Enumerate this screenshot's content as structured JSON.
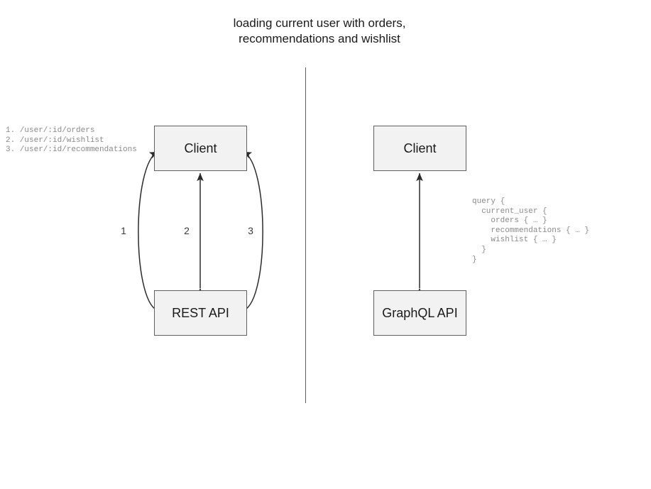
{
  "diagram": {
    "title": "loading current user with orders,\nrecommendations and wishlist",
    "divider": {
      "name": "vertical-divider",
      "color": "#5e5e5e"
    },
    "colors": {
      "background": "#ffffff",
      "node_fill": "#f2f2f2",
      "node_border": "#606060",
      "arrow": "#2b2b2b",
      "code_text": "#8a8a8a",
      "label_text": "#3a3a3a"
    },
    "left_panel": {
      "nodes": {
        "client": "Client",
        "api": "REST API"
      },
      "edges": [
        {
          "label": "1",
          "shape": "curve-left",
          "direction": "bidirectional"
        },
        {
          "label": "2",
          "shape": "straight",
          "direction": "bidirectional"
        },
        {
          "label": "3",
          "shape": "curve-right",
          "direction": "bidirectional"
        }
      ],
      "endpoints_annotation": "1. /user/:id/orders\n2. /user/:id/wishlist\n3. /user/:id/recommendations"
    },
    "right_panel": {
      "nodes": {
        "client": "Client",
        "api": "GraphQL API"
      },
      "edges": [
        {
          "label": "",
          "shape": "straight",
          "direction": "bidirectional"
        }
      ],
      "query_annotation": "query {\n  current_user {\n    orders { … }\n    recommendations { … }\n    wishlist { … }\n  }\n}"
    }
  }
}
